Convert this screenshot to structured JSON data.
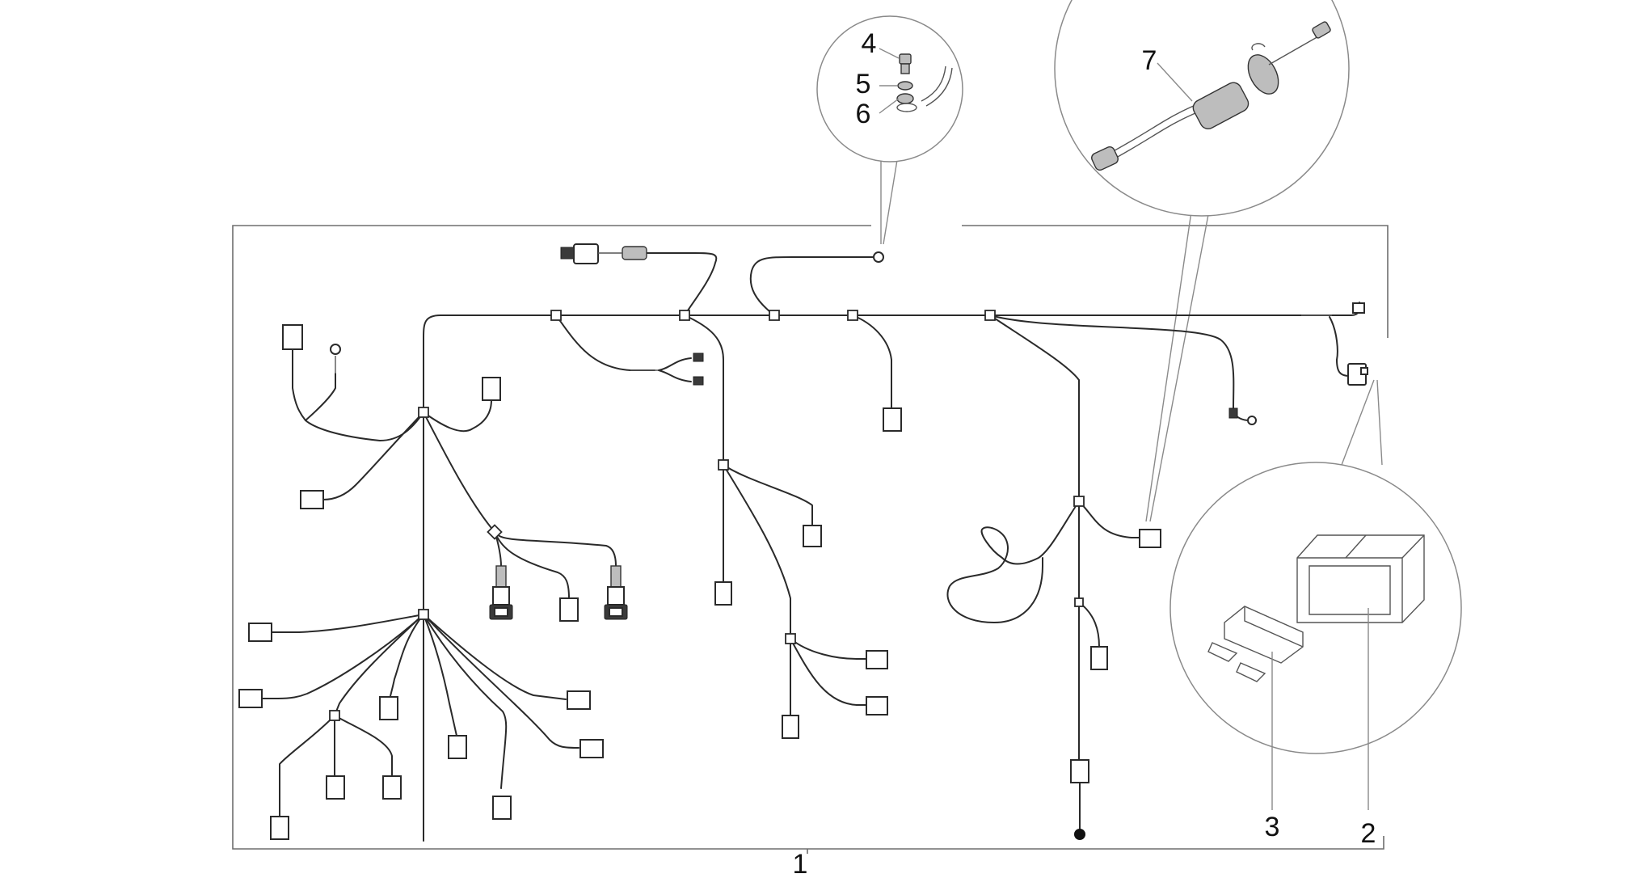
{
  "diagram": {
    "part_labels": [
      {
        "id": "part-1",
        "text": "1"
      },
      {
        "id": "part-2",
        "text": "2"
      },
      {
        "id": "part-3",
        "text": "3"
      },
      {
        "id": "part-4",
        "text": "4"
      },
      {
        "id": "part-5",
        "text": "5"
      },
      {
        "id": "part-6",
        "text": "6"
      },
      {
        "id": "part-7",
        "text": "7"
      }
    ]
  }
}
